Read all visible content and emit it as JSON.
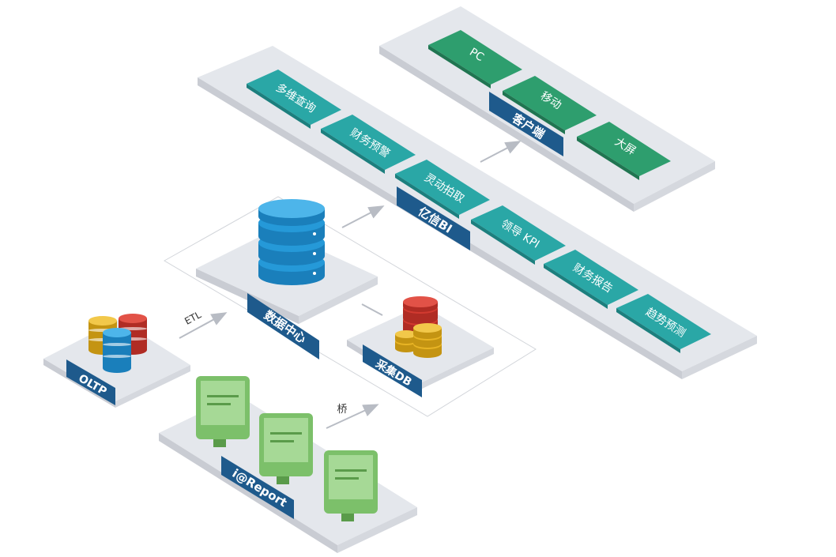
{
  "client": {
    "title": "客户端",
    "items": [
      "PC",
      "移动",
      "大屏"
    ]
  },
  "bi": {
    "title": "亿信BI",
    "items": [
      "多维查询",
      "财务预警",
      "灵动拍取",
      "领导 KPI",
      "财务报告",
      "趋势预测"
    ]
  },
  "datacenter": {
    "title": "数据中心"
  },
  "collectdb": {
    "title": "采集DB"
  },
  "oltp": {
    "title": "OLTP"
  },
  "report": {
    "title": "i@Report"
  },
  "arrows": {
    "etl": "ETL",
    "bridge": "桥"
  },
  "colors": {
    "teal": "#2aa7a6",
    "green": "#2e9e6e",
    "navy": "#1e5a8c",
    "platform": "#e4e7ec",
    "db_blue": "#1e90d0",
    "db_red": "#d23a30",
    "db_yellow": "#e8b425",
    "screen_green": "#7cc06a"
  }
}
